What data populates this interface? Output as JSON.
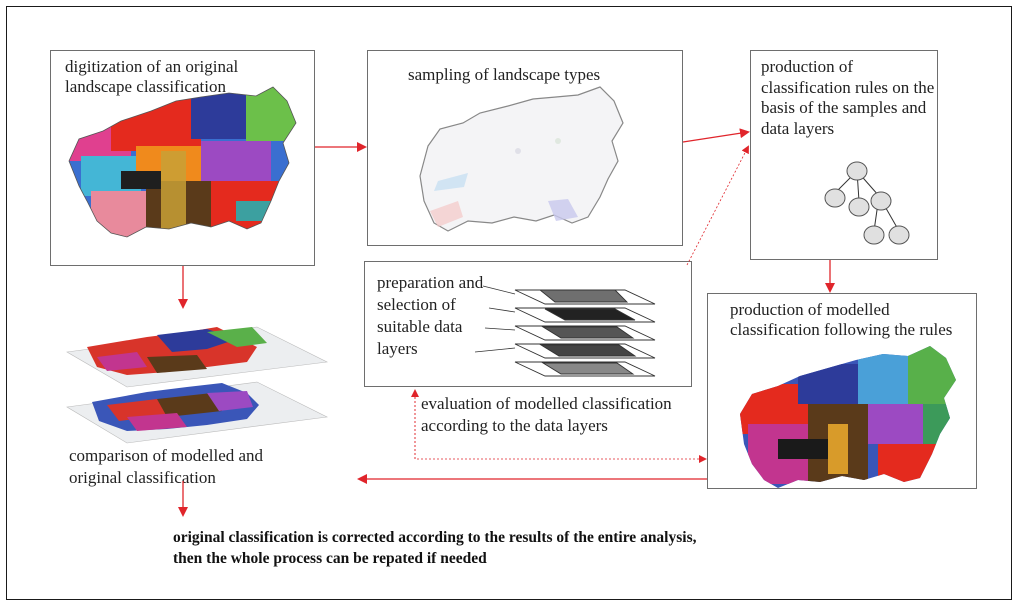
{
  "steps": {
    "digitization": "digitization of an original landscape classification",
    "sampling": "sampling of landscape types",
    "rules": "production of classification rules on the basis of the samples and data layers",
    "layers": "preparation and selection of suitable data layers",
    "modelled": "production of modelled classification following the rules",
    "comparison": "comparison of modelled and original classification",
    "evaluation": "evaluation of modelled classification according to the data layers"
  },
  "conclusion": {
    "line1": "original classification is corrected according to the results of the entire analysis,",
    "line2": "then the whole process can be repated if needed"
  },
  "colors": {
    "arrow": "#e0252b",
    "box_border": "#6e6e6e",
    "frame": "#1a1a1a"
  },
  "icons": {
    "map": "slovenia-map",
    "tree": "decision-tree-icon",
    "layers": "data-layers-stack-icon"
  }
}
